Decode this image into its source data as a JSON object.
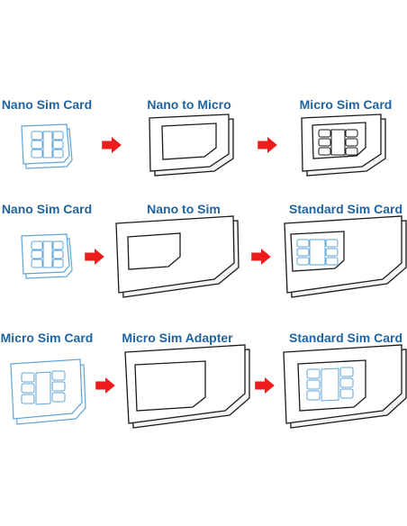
{
  "rows": [
    {
      "labels": [
        "Nano Sim Card",
        "Nano to Micro",
        "Micro Sim Card"
      ]
    },
    {
      "labels": [
        "Nano Sim Card",
        "Nano to Sim",
        "Standard Sim Card"
      ]
    },
    {
      "labels": [
        "Micro Sim Card",
        "Micro Sim Adapter",
        "Standard Sim Card"
      ]
    }
  ],
  "colors": {
    "label": "#1f64a0",
    "arrow": "#ee1c1c",
    "chip_outline": "#5fa4d8",
    "card_outline": "#1a1a1a"
  }
}
